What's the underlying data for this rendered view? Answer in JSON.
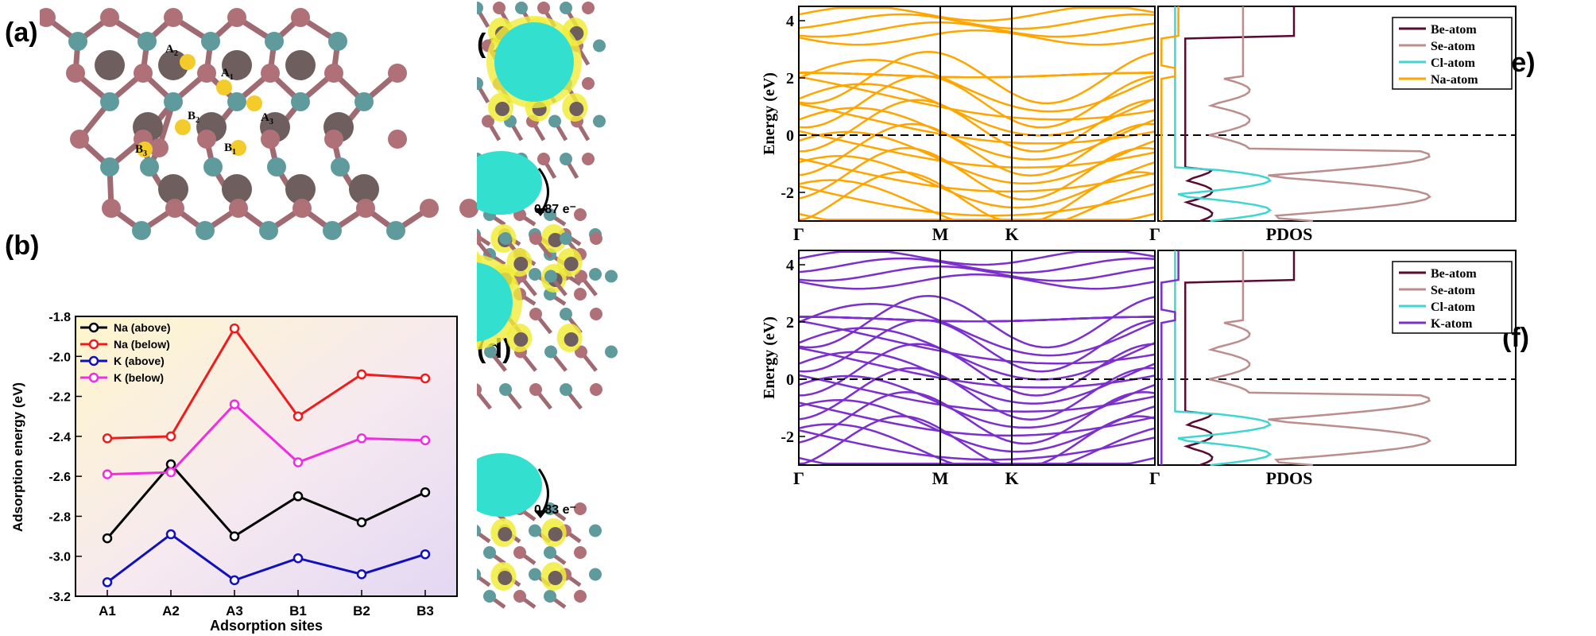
{
  "panel_labels": {
    "a": "(a)",
    "b": "(b)",
    "c": "(c)",
    "d": "(d)",
    "e": "(e)",
    "f": "(f)"
  },
  "colors": {
    "Be": "#5a0a32",
    "Se": "#bb8d8d",
    "Cl": "#3fd6d0",
    "Na": "#ffa500",
    "K": "#7b2fcc",
    "atom_se": "#b07078",
    "atom_cl": "#5f9a9c",
    "atom_be": "#6e5e5e",
    "adatom": "#f3cc2b",
    "density_cyan": "#33e0d0",
    "density_yellow": "#f0ec3c"
  },
  "structure": {
    "site_labels": [
      "A2",
      "A1",
      "A3",
      "B2",
      "B3",
      "B1"
    ]
  },
  "charge_transfer": {
    "c": "0.87 e⁻",
    "d": "0.83 e⁻"
  },
  "chart_data": [
    {
      "type": "line",
      "panel": "b",
      "title": "",
      "xlabel": "Adsorption sites",
      "ylabel": "Adsorption energy (eV)",
      "categories": [
        "A1",
        "A2",
        "A3",
        "B1",
        "B2",
        "B3"
      ],
      "ylim": [
        -3.2,
        -1.8
      ],
      "yticks": [
        -1.8,
        -2.0,
        -2.2,
        -2.4,
        -2.6,
        -2.8,
        -3.0,
        -3.2
      ],
      "ytick_labels": [
        "-1.8",
        "-2.0",
        "-2.2",
        "-2.4",
        "-2.6",
        "-2.8",
        "-3.0",
        "-3.2"
      ],
      "legend_position": "top-left",
      "series": [
        {
          "name": "Na (above)",
          "color": "#000000",
          "values": [
            -2.91,
            -2.54,
            -2.9,
            -2.7,
            -2.83,
            -2.68
          ]
        },
        {
          "name": "Na (below)",
          "color": "#ee1c1c",
          "values": [
            -2.41,
            -2.4,
            -1.86,
            -2.3,
            -2.09,
            -2.11
          ]
        },
        {
          "name": "K (above)",
          "color": "#1111bb",
          "values": [
            -3.13,
            -2.89,
            -3.12,
            -3.01,
            -3.09,
            -2.99
          ]
        },
        {
          "name": "K (below)",
          "color": "#ee2ee0",
          "values": [
            -2.59,
            -2.58,
            -2.24,
            -2.53,
            -2.41,
            -2.42
          ]
        }
      ]
    },
    {
      "type": "line",
      "panel": "e",
      "ylabel": "Energy (eV)",
      "ylim": [
        -3,
        4.5
      ],
      "yticks": [
        -2,
        0,
        2,
        4
      ],
      "ytick_labels": [
        "-2",
        "0",
        "2",
        "4"
      ],
      "kpoints": [
        "Γ",
        "M",
        "K",
        "Γ"
      ],
      "band_color": "#ffa500",
      "pdos_xlabel": "PDOS",
      "legend": [
        "Be-atom",
        "Se-atom",
        "Cl-atom",
        "Na-atom"
      ],
      "legend_position": "top-right"
    },
    {
      "type": "line",
      "panel": "f",
      "ylabel": "Energy (eV)",
      "ylim": [
        -3,
        4.5
      ],
      "yticks": [
        -2,
        0,
        2,
        4
      ],
      "ytick_labels": [
        "-2",
        "0",
        "2",
        "4"
      ],
      "kpoints": [
        "Γ",
        "M",
        "K",
        "Γ"
      ],
      "band_color": "#7b2fcc",
      "pdos_xlabel": "PDOS",
      "legend": [
        "Be-atom",
        "Se-atom",
        "Cl-atom",
        "K-atom"
      ],
      "legend_position": "top-right"
    }
  ]
}
